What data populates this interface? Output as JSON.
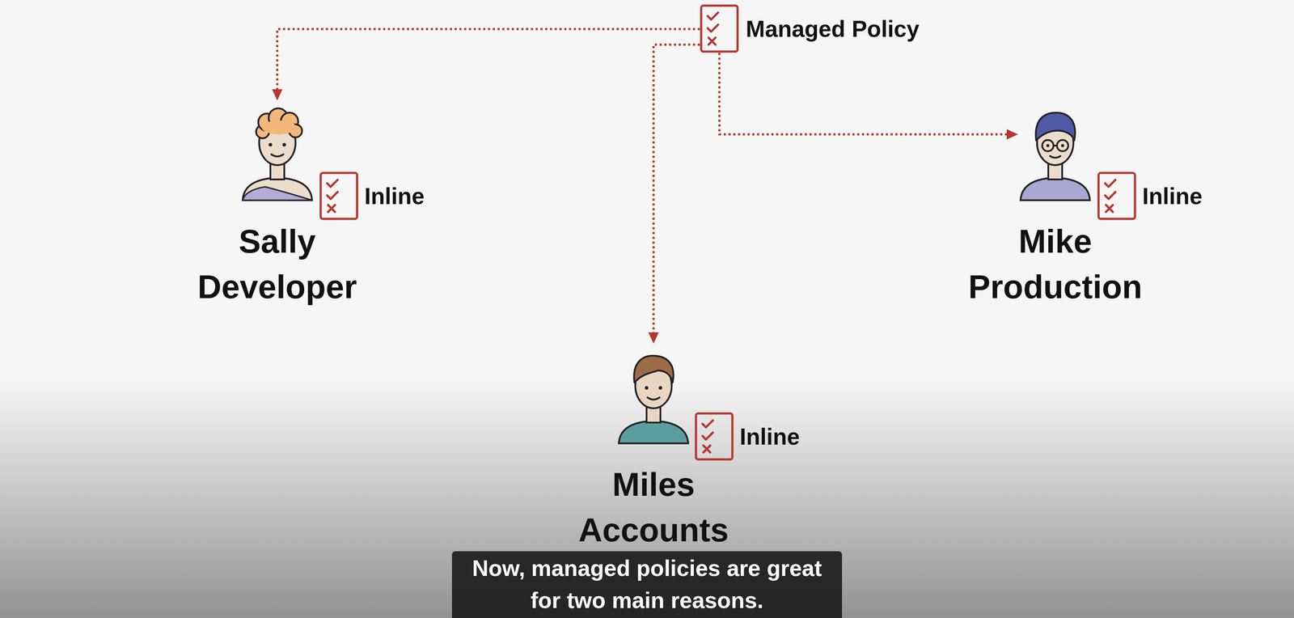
{
  "diagram": {
    "nodes": [
      {
        "text": [
          "Managed Policy"
        ]
      },
      {
        "text": [
          "Sally Developer"
        ]
      },
      {
        "text": [
          "Inline"
        ]
      },
      {
        "text": [
          "Mike Production"
        ]
      },
      {
        "text": [
          "Inline"
        ]
      },
      {
        "text": [
          "Miles Accounts"
        ]
      },
      {
        "text": [
          "Inline"
        ]
      }
    ],
    "edges": [
      {
        "from": 0,
        "to": 1,
        "arrow": "to"
      },
      {
        "from": 0,
        "to": 5,
        "arrow": "to"
      },
      {
        "from": 0,
        "to": 3,
        "arrow": "to"
      }
    ],
    "labels": [
      "Now, managed policies are great for two main reasons."
    ]
  }
}
